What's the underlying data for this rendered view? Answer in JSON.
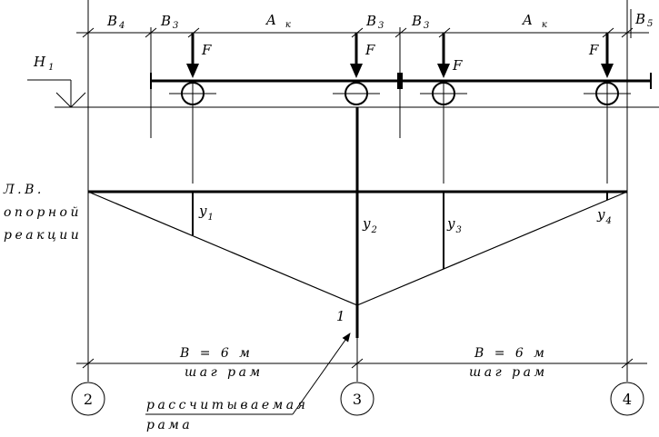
{
  "dimensions": {
    "b4": {
      "main": "B",
      "sub": "4"
    },
    "b3_left": {
      "main": "B",
      "sub": "3"
    },
    "ak_left": {
      "main": "A",
      "sub": "к"
    },
    "b3_mid_a": {
      "main": "B",
      "sub": "3"
    },
    "b3_mid_b": {
      "main": "B",
      "sub": "3"
    },
    "ak_right": {
      "main": "A",
      "sub": "к"
    },
    "b5": {
      "main": "B",
      "sub": "5"
    }
  },
  "height_label": {
    "main": "H",
    "sub": "1"
  },
  "force_label": "F",
  "influence_line_label": [
    "Л.В.",
    "опорной",
    "реакции"
  ],
  "ordinates": [
    {
      "main": "y",
      "sub": "1"
    },
    {
      "main": "y",
      "sub": "2"
    },
    {
      "main": "y",
      "sub": "3"
    },
    {
      "main": "y",
      "sub": "4"
    }
  ],
  "peak_value": "1",
  "spans": [
    {
      "length": "B = 6 м",
      "caption": "шаг рам"
    },
    {
      "length": "B = 6 м",
      "caption": "шаг рам"
    }
  ],
  "axes": [
    "2",
    "3",
    "4"
  ],
  "frame_label": [
    "рассчитываемая",
    "рама"
  ]
}
